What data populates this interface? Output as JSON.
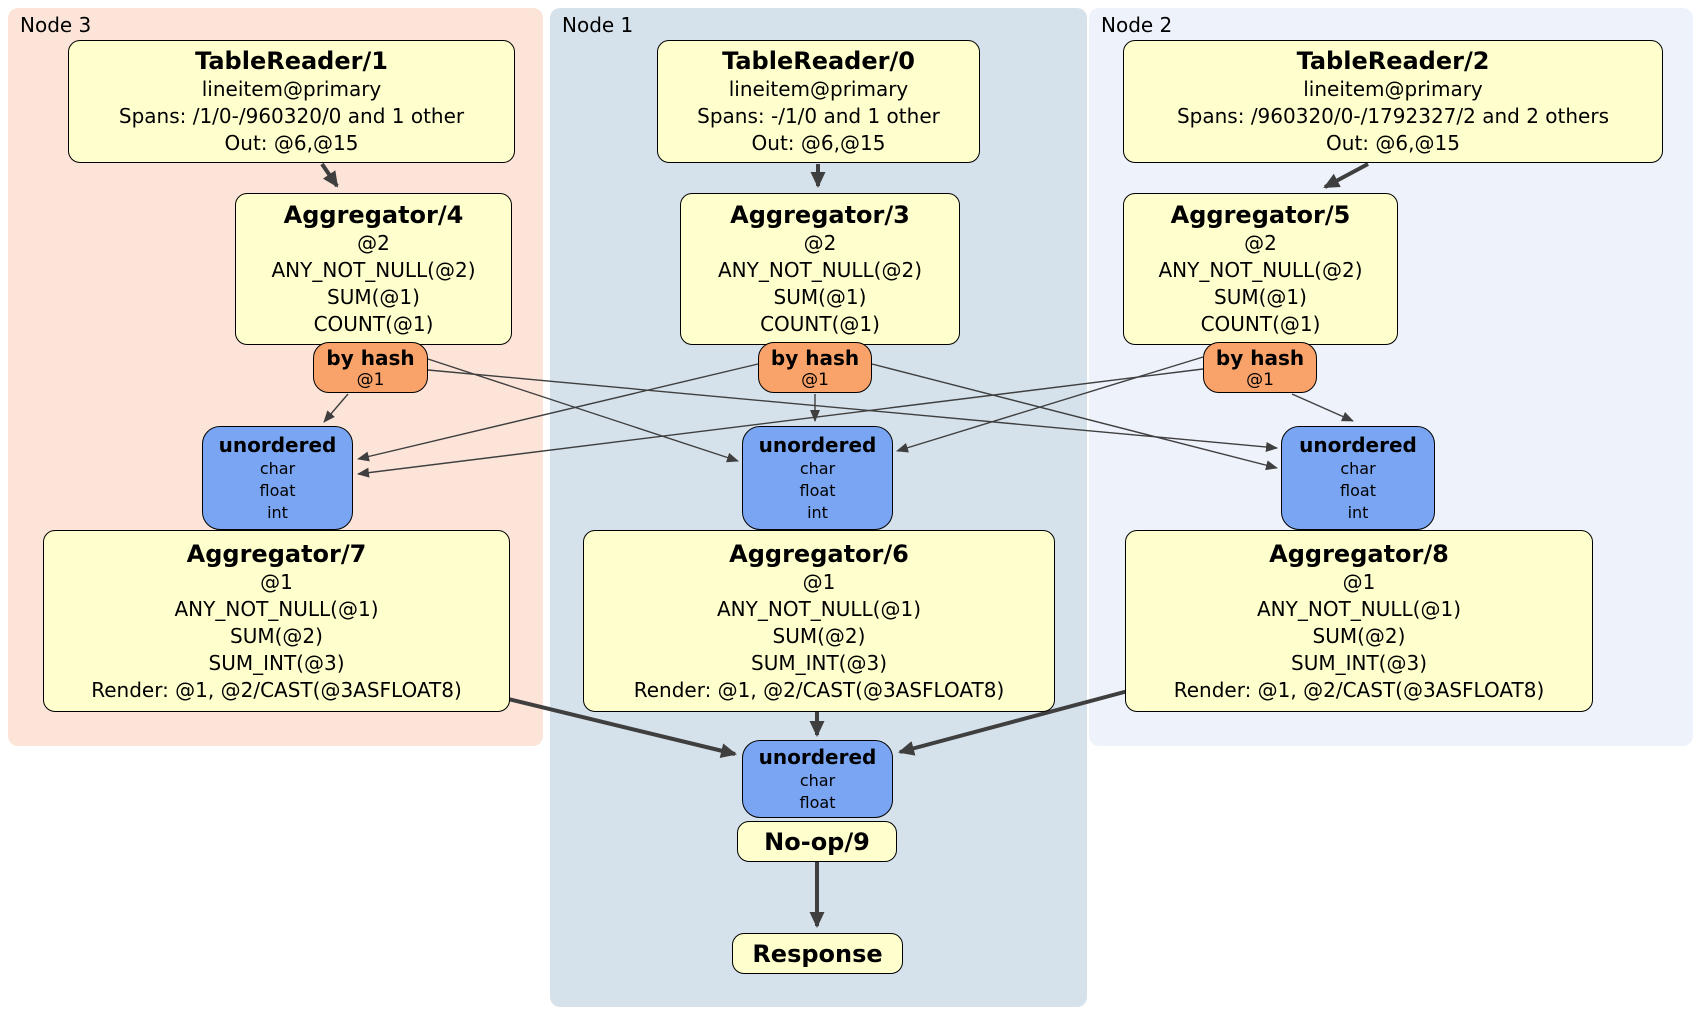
{
  "colors": {
    "node3_background": "#fce5d8",
    "node1_background": "#d6e2eb",
    "node2_background": "#edf2fb",
    "processor_box": "#ffffce",
    "hash_router": "#f9a36a",
    "unordered_sync": "#7aa5f2",
    "edge": "#3f3f3f"
  },
  "nodes": [
    {
      "label": "Node 3",
      "table_reader": {
        "title": "TableReader/1",
        "index": "lineitem@primary",
        "spans": "Spans: /1/0-/960320/0 and 1 other",
        "out": "Out: @6,@15"
      },
      "stage1": {
        "title": "Aggregator/4",
        "group": "@2",
        "fns": [
          "ANY_NOT_NULL(@2)",
          "SUM(@1)",
          "COUNT(@1)"
        ]
      },
      "router": {
        "title": "by hash",
        "key": "@1"
      },
      "sync": {
        "title": "unordered",
        "types": [
          "char",
          "float",
          "int"
        ]
      },
      "stage2": {
        "title": "Aggregator/7",
        "group": "@1",
        "fns": [
          "ANY_NOT_NULL(@1)",
          "SUM(@2)",
          "SUM_INT(@3)"
        ],
        "render": "Render: @1, @2/CAST(@3ASFLOAT8)"
      }
    },
    {
      "label": "Node 1",
      "table_reader": {
        "title": "TableReader/0",
        "index": "lineitem@primary",
        "spans": "Spans: -/1/0 and 1 other",
        "out": "Out: @6,@15"
      },
      "stage1": {
        "title": "Aggregator/3",
        "group": "@2",
        "fns": [
          "ANY_NOT_NULL(@2)",
          "SUM(@1)",
          "COUNT(@1)"
        ]
      },
      "router": {
        "title": "by hash",
        "key": "@1"
      },
      "sync": {
        "title": "unordered",
        "types": [
          "char",
          "float",
          "int"
        ]
      },
      "stage2": {
        "title": "Aggregator/6",
        "group": "@1",
        "fns": [
          "ANY_NOT_NULL(@1)",
          "SUM(@2)",
          "SUM_INT(@3)"
        ],
        "render": "Render: @1, @2/CAST(@3ASFLOAT8)"
      }
    },
    {
      "label": "Node 2",
      "table_reader": {
        "title": "TableReader/2",
        "index": "lineitem@primary",
        "spans": "Spans: /960320/0-/1792327/2 and 2 others",
        "out": "Out: @6,@15"
      },
      "stage1": {
        "title": "Aggregator/5",
        "group": "@2",
        "fns": [
          "ANY_NOT_NULL(@2)",
          "SUM(@1)",
          "COUNT(@1)"
        ]
      },
      "router": {
        "title": "by hash",
        "key": "@1"
      },
      "sync": {
        "title": "unordered",
        "types": [
          "char",
          "float",
          "int"
        ]
      },
      "stage2": {
        "title": "Aggregator/8",
        "group": "@1",
        "fns": [
          "ANY_NOT_NULL(@1)",
          "SUM(@2)",
          "SUM_INT(@3)"
        ],
        "render": "Render: @1, @2/CAST(@3ASFLOAT8)"
      }
    }
  ],
  "final": {
    "sync": {
      "title": "unordered",
      "types": [
        "char",
        "float"
      ]
    },
    "noop": {
      "title": "No-op/9"
    },
    "response": {
      "title": "Response"
    }
  }
}
